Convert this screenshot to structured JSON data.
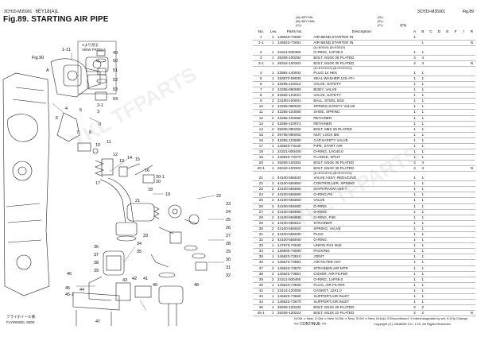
{
  "header": {
    "code_left": "3CH10-M35901",
    "model": "6EY18(A)L",
    "code_right": "3CH10-M35901",
    "fig_ref": "Fig.89",
    "title": "Fig.89.  STARTING AIR PIPE",
    "type_codes_a": [
      "(A)=6EY18L",
      "(B)=6EY18AL",
      "(C)="
    ],
    "type_codes_b": [
      "(D)=",
      "(E)=",
      "(F)="
    ]
  },
  "diagram": {
    "view_label_jp": "Aより見る",
    "view_label": "VIEW FROM A",
    "flywheel_jp": "フライホイール側",
    "flywheel": "FLYWHEEL SIDE",
    "fig_ref_label": "Fig.90",
    "a_label": "A",
    "callouts": {
      "n1": "1",
      "n1_1": "1-1",
      "n3": "3",
      "n3_1": "3-1",
      "n4": "4",
      "n5": "5",
      "n6": "6",
      "n7": "7",
      "n8": "8",
      "n9": "9",
      "n10": "10",
      "n11": "11",
      "n12": "12",
      "n13": "13",
      "n14": "14",
      "n15": "15",
      "n16": "16",
      "n17": "17",
      "n18": "18",
      "n19": "19",
      "n20": "20",
      "n20_1": "20-1",
      "n21": "21",
      "n22": "22",
      "n23": "23",
      "n24": "24",
      "n25": "25",
      "n26": "26",
      "n27": "27",
      "n28": "28",
      "n29": "29",
      "n30": "30",
      "n31": "31",
      "n32": "32",
      "n33": "33",
      "n34": "34",
      "n35": "35",
      "n36": "36",
      "n37": "37",
      "n38": "38",
      "n39": "39",
      "n40": "40",
      "n41": "41",
      "n42": "42",
      "n43": "43",
      "n44": "44",
      "n45": "45",
      "n45_1": "45-1",
      "n46": "46",
      "n47": "47",
      "n48": "48",
      "n49": "49",
      "n50": "50",
      "n51": "51",
      "n52": "52",
      "n53": "53",
      "n54": "54"
    }
  },
  "table": {
    "headers": {
      "no": "No.",
      "lev": "Lev.",
      "part": "Parts No.",
      "desc": "Description",
      "qty": "Q'ty",
      "qa": "A",
      "qb": "B",
      "qc": "C",
      "qd": "D",
      "qe": "E",
      "qf": "F",
      "i": "I",
      "r": "R"
    },
    "rows": [
      {
        "kind": "row",
        "no": "1",
        "lev": "1",
        "part": "146623-73050",
        "desc": "AIR BEND,STARTER IN",
        "qa": "1",
        "qb": "",
        "i": "",
        "r": ""
      },
      {
        "kind": "row",
        "no": "1-1",
        "lev": "1",
        "part": "146623-73051",
        "desc": "AIR BEND,STARTER IN",
        "qa": "",
        "qb": "1",
        "i": "",
        "r": "N"
      },
      {
        "kind": "note",
        "text": "(A=E0519)          (B=E0519)"
      },
      {
        "kind": "row",
        "no": "2",
        "lev": "1",
        "part": "24311-000380",
        "desc": "O-RING, 1AP38.0",
        "qa": "1",
        "qb": "1",
        "i": "",
        "r": ""
      },
      {
        "kind": "row",
        "no": "3",
        "lev": "1",
        "part": "26206-100282",
        "desc": "BOLT, M10X 28 PLATED",
        "qa": "4",
        "qb": "4",
        "i": "",
        "r": ""
      },
      {
        "kind": "row",
        "no": "3-1",
        "lev": "1",
        "part": "26316-100302",
        "desc": "BOLT, M10X 30 PLATED",
        "qa": "4",
        "qb": "4",
        "i": "",
        "r": "N"
      },
      {
        "kind": "note",
        "text": "(A=EXXXXX)          (B=EXXXXX)"
      },
      {
        "kind": "row",
        "no": "4",
        "lev": "1",
        "part": "23884-140002",
        "desc": "PLUG 14 HEX",
        "qa": "1",
        "qb": "1",
        "i": "",
        "r": ""
      },
      {
        "kind": "row",
        "no": "5",
        "lev": "1",
        "part": "153672-59930",
        "desc": "SEAL WASHER 14S.<F>",
        "qa": "1",
        "qb": "1",
        "i": "",
        "r": ""
      },
      {
        "kind": "row",
        "no": "6",
        "lev": "1",
        "part": "43255-103312",
        "desc": "VALVE, SAFETY",
        "qa": "1",
        "qb": "1",
        "i": "",
        "r": ""
      },
      {
        "kind": "row",
        "no": "7",
        "lev": "2",
        "part": "43255-060090",
        "desc": "BODY, VALVE",
        "qa": "1",
        "qb": "1",
        "i": "",
        "r": ""
      },
      {
        "kind": "row",
        "no": "8",
        "lev": "2",
        "part": "43255-103021",
        "desc": "VALVE, SAFETY",
        "qa": "1",
        "qb": "1",
        "i": "",
        "r": ""
      },
      {
        "kind": "row",
        "no": "9",
        "lev": "2",
        "part": "24190-100001",
        "desc": "BALL, STEEL 5/16",
        "qa": "1",
        "qb": "1",
        "i": "",
        "r": ""
      },
      {
        "kind": "row",
        "no": "10",
        "lev": "2",
        "part": "43255-080020",
        "desc": "SPRING,SAFETY VALVE",
        "qa": "1",
        "qb": "1",
        "i": "",
        "r": ""
      },
      {
        "kind": "row",
        "no": "11",
        "lev": "2",
        "part": "43255-103050",
        "desc": "SHOE, SPRING",
        "qa": "1",
        "qb": "1",
        "i": "",
        "r": ""
      },
      {
        "kind": "row",
        "no": "12",
        "lev": "2",
        "part": "43255-103060",
        "desc": "RETAINER",
        "qa": "1",
        "qb": "1",
        "i": "",
        "r": ""
      },
      {
        "kind": "row",
        "no": "13",
        "lev": "2",
        "part": "43255-103071",
        "desc": "RETAINER",
        "qa": "1",
        "qb": "1",
        "i": "",
        "r": ""
      },
      {
        "kind": "row",
        "no": "14",
        "lev": "2",
        "part": "26206-080252",
        "desc": "BOLT, M8X 25 PLATED",
        "qa": "1",
        "qb": "1",
        "i": "",
        "r": ""
      },
      {
        "kind": "row",
        "no": "15",
        "lev": "2",
        "part": "26796-080002",
        "desc": "NUT, LOCK M8",
        "qa": "1",
        "qb": "1",
        "i": "",
        "r": ""
      },
      {
        "kind": "row",
        "no": "16",
        "lev": "2",
        "part": "43255-103080",
        "desc": "CAP,SAFETY VALVE",
        "qa": "1",
        "qb": "1",
        "i": "",
        "r": ""
      },
      {
        "kind": "row",
        "no": "17",
        "lev": "1",
        "part": "146623-73240",
        "desc": "PIPE, START AIR",
        "qa": "1",
        "qb": "1",
        "i": "",
        "r": ""
      },
      {
        "kind": "row",
        "no": "18",
        "lev": "1",
        "part": "24321-000400",
        "desc": "O-RING, 1AG40.0",
        "qa": "1",
        "qb": "1",
        "i": "",
        "r": ""
      },
      {
        "kind": "row",
        "no": "19",
        "lev": "1",
        "part": "146623-73270",
        "desc": "FLANGE, SPLIT",
        "qa": "1",
        "qb": "1",
        "i": "",
        "r": ""
      },
      {
        "kind": "row",
        "no": "20",
        "lev": "1",
        "part": "26206-100302",
        "desc": "BOLT, M10X 30 PLATED",
        "qa": "4",
        "qb": "4",
        "i": "",
        "r": ""
      },
      {
        "kind": "row",
        "no": "20-1",
        "lev": "1",
        "part": "26316-100302",
        "desc": "BOLT, M10X 30 PLATED",
        "qa": "4",
        "qb": "4",
        "i": "",
        "r": "N"
      },
      {
        "kind": "note",
        "text": "(A=EXXXXX)          (B=EXXXXX)"
      },
      {
        "kind": "row",
        "no": "21",
        "lev": "1",
        "part": "44100-555543",
        "desc": "VALVE ASSY, REDUCING",
        "qa": "1",
        "qb": "1",
        "i": "",
        "r": ""
      },
      {
        "kind": "row",
        "no": "22",
        "lev": "2",
        "part": "44100-555850",
        "desc": "CONTROLLER, SPRING",
        "qa": "1",
        "qb": "1",
        "i": "",
        "r": ""
      },
      {
        "kind": "row",
        "no": "23",
        "lev": "2",
        "part": "44100-555860",
        "desc": "DIAPHRAGM ASS'Y",
        "qa": "1",
        "qb": "1",
        "i": "",
        "r": ""
      },
      {
        "kind": "row",
        "no": "24",
        "lev": "2",
        "part": "44100-555990",
        "desc": "O-RING,P8",
        "qa": "1",
        "qb": "1",
        "i": "",
        "r": ""
      },
      {
        "kind": "row",
        "no": "25",
        "lev": "2",
        "part": "44100-555850",
        "desc": "VALVE",
        "qa": "1",
        "qb": "1",
        "i": "",
        "r": ""
      },
      {
        "kind": "row",
        "no": "26",
        "lev": "2",
        "part": "44100-555880",
        "desc": "O-RING",
        "qa": "1",
        "qb": "1",
        "i": "",
        "r": ""
      },
      {
        "kind": "row",
        "no": "27",
        "lev": "2",
        "part": "44100-555890",
        "desc": "O-RING",
        "qa": "1",
        "qb": "1",
        "i": "",
        "r": ""
      },
      {
        "kind": "row",
        "no": "28",
        "lev": "2",
        "part": "44100-555900",
        "desc": "O-RING, P48",
        "qa": "1",
        "qb": "1",
        "i": "",
        "r": ""
      },
      {
        "kind": "row",
        "no": "29",
        "lev": "2",
        "part": "44100-555910",
        "desc": "STRAINER",
        "qa": "1",
        "qb": "1",
        "i": "",
        "r": ""
      },
      {
        "kind": "row",
        "no": "30",
        "lev": "2",
        "part": "44100-555920",
        "desc": "SPRING, VALVE",
        "qa": "1",
        "qb": "1",
        "i": "",
        "r": ""
      },
      {
        "kind": "row",
        "no": "31",
        "lev": "2",
        "part": "44100-555930",
        "desc": "PLUG",
        "qa": "1",
        "qb": "1",
        "i": "",
        "r": ""
      },
      {
        "kind": "row",
        "no": "32",
        "lev": "2",
        "part": "44100-555940",
        "desc": "O-RING",
        "qa": "1",
        "qb": "1",
        "i": "",
        "r": ""
      },
      {
        "kind": "row",
        "no": "33",
        "lev": "1",
        "part": "147673-73630",
        "desc": "UNION R1X M42",
        "qa": "1",
        "qb": "1",
        "i": "",
        "r": ""
      },
      {
        "kind": "row",
        "no": "34",
        "lev": "1",
        "part": "136600-73080",
        "desc": "PACKING",
        "qa": "1",
        "qb": "1",
        "i": "",
        "r": ""
      },
      {
        "kind": "row",
        "no": "35",
        "lev": "1",
        "part": "146623-73810",
        "desc": "JOINT",
        "qa": "1",
        "qb": "1",
        "i": "",
        "r": ""
      },
      {
        "kind": "row",
        "no": "36",
        "lev": "1",
        "part": "146673-73881",
        "desc": "AIR FILTER ASY",
        "qa": "1",
        "qb": "1",
        "i": "",
        "r": ""
      },
      {
        "kind": "row",
        "no": "37",
        "lev": "2",
        "part": "146623-73870",
        "desc": "STRAINER,AIR MTR",
        "qa": "1",
        "qb": "1",
        "i": "",
        "r": ""
      },
      {
        "kind": "row",
        "no": "38",
        "lev": "2",
        "part": "146623-73851",
        "desc": "COVER, AIR FILTER",
        "qa": "1",
        "qb": "1",
        "i": "",
        "r": ""
      },
      {
        "kind": "row",
        "no": "39",
        "lev": "2",
        "part": "24311-000490",
        "desc": "O-RING, 1AP49.0",
        "qa": "1",
        "qb": "1",
        "i": "",
        "r": ""
      },
      {
        "kind": "row",
        "no": "40",
        "lev": "1",
        "part": "146623-73830",
        "desc": "PLUG, AIR FILTER",
        "qa": "1",
        "qb": "1",
        "i": "",
        "r": ""
      },
      {
        "kind": "row",
        "no": "42",
        "lev": "1",
        "part": "23414-120000",
        "desc": "GASKET, 12X1.0",
        "qa": "1",
        "qb": "1",
        "i": "",
        "r": ""
      },
      {
        "kind": "row",
        "no": "43",
        "lev": "1",
        "part": "146623-73660",
        "desc": "SUPPORT,AIR INLET",
        "qa": "1",
        "qb": "1",
        "i": "",
        "r": ""
      },
      {
        "kind": "row",
        "no": "44",
        "lev": "1",
        "part": "146623-73670",
        "desc": "SUPPORT,AIR INLET",
        "qa": "1",
        "qb": "1",
        "i": "",
        "r": ""
      },
      {
        "kind": "row",
        "no": "45",
        "lev": "1",
        "part": "26206-120202",
        "desc": "BOLT, M12X 20 PLATED",
        "qa": "2",
        "qb": "2",
        "i": "",
        "r": ""
      },
      {
        "kind": "row",
        "no": "45-1",
        "lev": "1",
        "part": "26206-120222",
        "desc": "BOLT, M12X 22 PLATED",
        "qa": "2",
        "qb": "2",
        "i": "",
        "r": "N"
      }
    ]
  },
  "footer": {
    "legend": "N:Old ⇒ New, G:Old ⇒ New, N:Old ⇒ New, S:Old ⇒ New, M:Add, Z:Discontinued, Y:Interchangeable by set, K:Q'ty Change",
    "continue": "<< CONTINUE >>",
    "copyright": "Copyright (C)  YANMAR CO., LTD. All Rights Reserved."
  },
  "watermark": "YKL TFPARTS"
}
